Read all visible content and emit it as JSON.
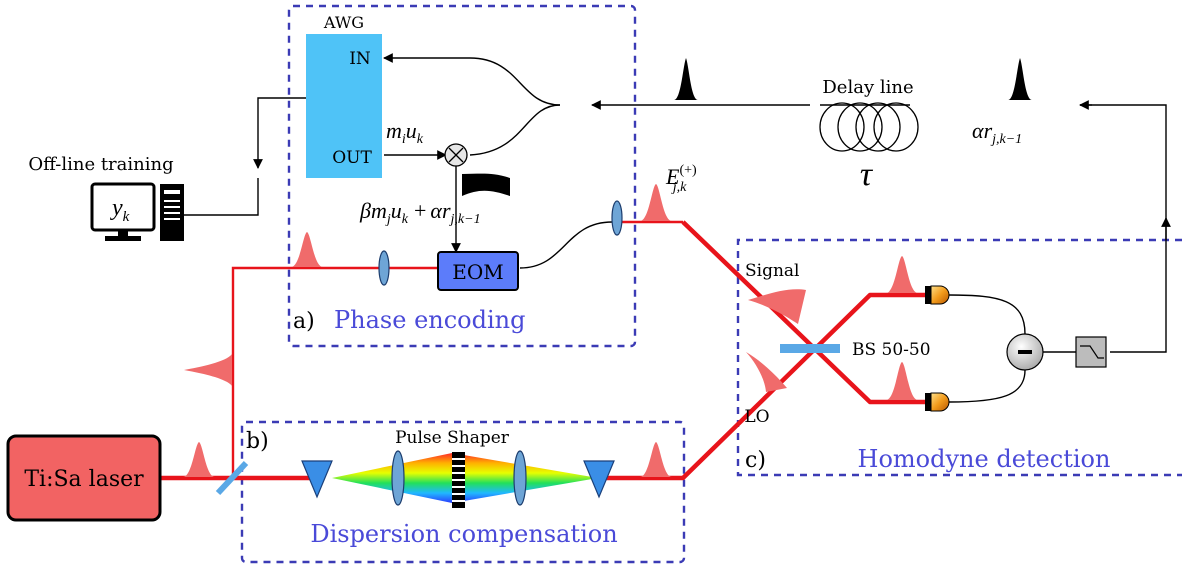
{
  "blocks": {
    "laser": "Ti:Sa laser",
    "awg": "AWG",
    "awg_in": "IN",
    "awg_out": "OUT",
    "eom": "EOM",
    "pulse_shaper": "Pulse Shaper",
    "delay_line": "Delay line",
    "offline_training": "Off-line training",
    "signal": "Signal",
    "lo": "LO",
    "bs": "BS 50-50"
  },
  "sections": {
    "a": {
      "tag": "a)",
      "name": "Phase encoding"
    },
    "b": {
      "tag": "b)",
      "name": "Dispersion compensation"
    },
    "c": {
      "tag": "c)",
      "name": "Homodyne detection"
    }
  },
  "math": {
    "m_i": "m",
    "m_i_sub": "i",
    "u_k": "u",
    "u_k_sub": "k",
    "beta": "β",
    "m_j": "m",
    "m_j_sub": "j",
    "plus": "+",
    "alpha": "α",
    "r": "r",
    "r_sub": "j,k−1",
    "E": "E",
    "E_sup": "(+)",
    "E_sub": "j,k",
    "y": "y",
    "y_sub": "k",
    "tau": "τ"
  },
  "colors": {
    "beam": "#e8141b",
    "pulse": "#f06b6b",
    "awg": "#4fc3f7",
    "eom": "#5c7cfa",
    "laser": "#f26363",
    "section_border": "#3b3bb5",
    "section_label": "#4a4ad8"
  }
}
